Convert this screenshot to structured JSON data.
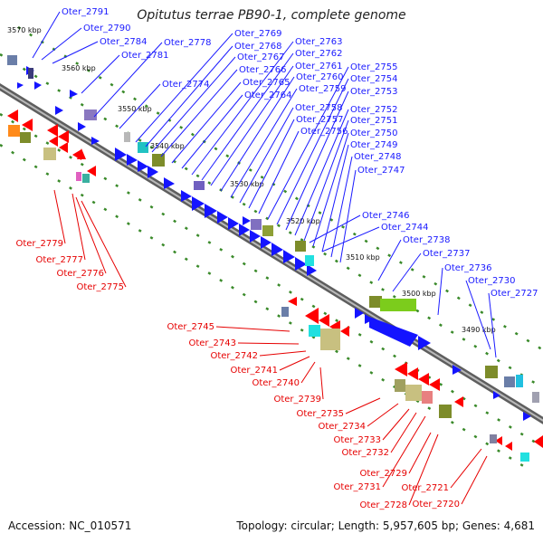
{
  "title": "Opitutus terrae PB90-1, complete genome",
  "accession": "Accession: NC_010571",
  "summary": "Topology: circular; Length: 5,957,605 bp; Genes: 4,681",
  "colors": {
    "backbone": "#808080",
    "forward_gene": "#1414ff",
    "reverse_gene": "#ff0000",
    "label_forward": "#1a1aff",
    "label_reverse": "#e60000",
    "tick": "#3a8a2a"
  },
  "scale_labels": [
    "3570 kbp",
    "3560 kbp",
    "3550 kbp",
    "3540 kbp",
    "3530 kbp",
    "3520 kbp",
    "3510 kbp",
    "3500 kbp",
    "3490 kbp"
  ],
  "forward_labels": [
    "Oter_2791",
    "Oter_2790",
    "Oter_2784",
    "Oter_2781",
    "Oter_2778",
    "Oter_2774",
    "Oter_2769",
    "Oter_2768",
    "Oter_2767",
    "Oter_2766",
    "Oter_2765",
    "Oter_2764",
    "Oter_2763",
    "Oter_2762",
    "Oter_2761",
    "Oter_2760",
    "Oter_2759",
    "Oter_2758",
    "Oter_2757",
    "Oter_2756",
    "Oter_2755",
    "Oter_2754",
    "Oter_2753",
    "Oter_2752",
    "Oter_2751",
    "Oter_2750",
    "Oter_2749",
    "Oter_2748",
    "Oter_2747",
    "Oter_2746",
    "Oter_2744",
    "Oter_2738",
    "Oter_2737",
    "Oter_2736",
    "Oter_2730",
    "Oter_2727"
  ],
  "reverse_labels": [
    "Oter_2779",
    "Oter_2777",
    "Oter_2776",
    "Oter_2775",
    "Oter_2745",
    "Oter_2743",
    "Oter_2742",
    "Oter_2741",
    "Oter_2740",
    "Oter_2739",
    "Oter_2735",
    "Oter_2734",
    "Oter_2733",
    "Oter_2732",
    "Oter_2731",
    "Oter_2729",
    "Oter_2728",
    "Oter_2721",
    "Oter_2720"
  ]
}
